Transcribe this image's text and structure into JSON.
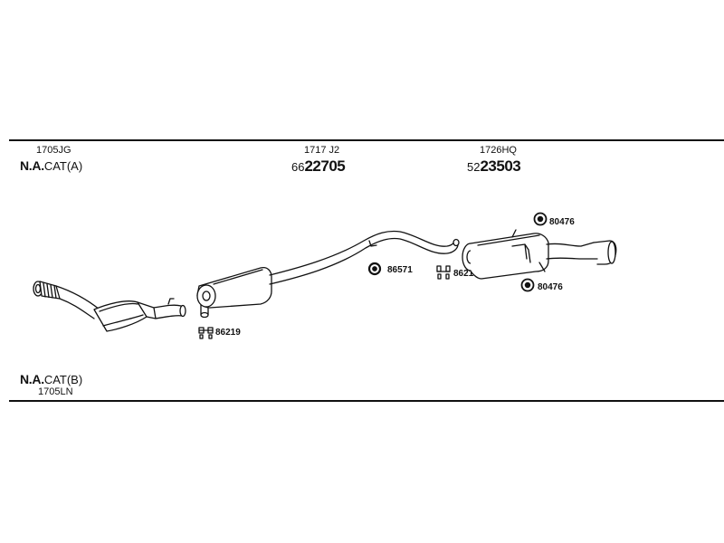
{
  "groups": {
    "cat_a": {
      "code": "1705JG",
      "title_bold": "N.A.",
      "title_rest": "CAT(A)"
    },
    "cat_b": {
      "code": "1705LN",
      "title_bold": "N.A.",
      "title_rest": "CAT(B)"
    },
    "middle": {
      "code": "1717 J2",
      "prefix": "66",
      "number": "22705"
    },
    "rear": {
      "code": "1726HQ",
      "prefix": "52",
      "number": "23503"
    }
  },
  "callouts": {
    "clamp_front": "86219",
    "ring_mid": "86571",
    "clamp_mid": "86219",
    "hanger_top": "80476",
    "hanger_bottom": "80476"
  },
  "colors": {
    "line": "#111111",
    "background": "#ffffff"
  }
}
